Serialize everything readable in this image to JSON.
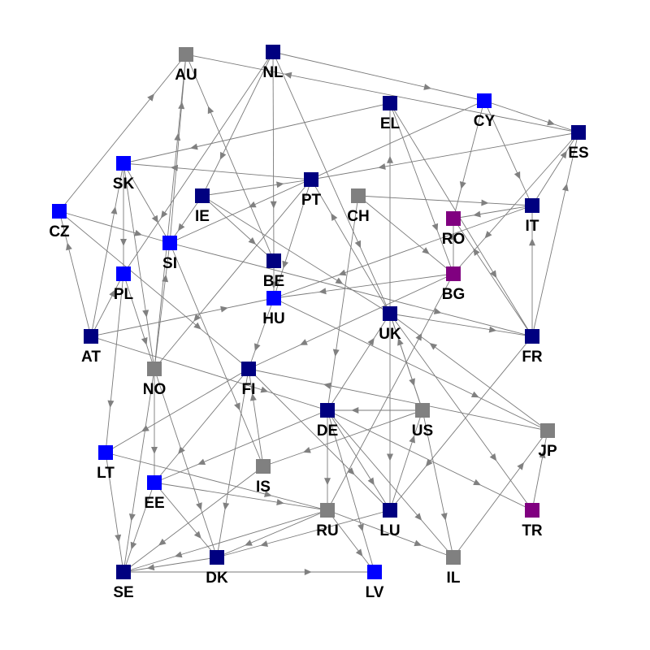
{
  "colors": {
    "background": "#ffffff",
    "edge": "#7a7a7a",
    "arrow": "#808080",
    "label": "#000000",
    "groups": {
      "dark-blue": "#000080",
      "blue": "#0000ff",
      "gray": "#808080",
      "purple": "#800080"
    }
  },
  "nodes": [
    {
      "id": "AU",
      "label": "AU",
      "group": "gray"
    },
    {
      "id": "NL",
      "label": "NL",
      "group": "dark-blue"
    },
    {
      "id": "EL",
      "label": "EL",
      "group": "dark-blue"
    },
    {
      "id": "CY",
      "label": "CY",
      "group": "blue"
    },
    {
      "id": "ES",
      "label": "ES",
      "group": "dark-blue"
    },
    {
      "id": "SK",
      "label": "SK",
      "group": "blue"
    },
    {
      "id": "PT",
      "label": "PT",
      "group": "dark-blue"
    },
    {
      "id": "IE",
      "label": "IE",
      "group": "dark-blue"
    },
    {
      "id": "CH",
      "label": "CH",
      "group": "gray"
    },
    {
      "id": "IT",
      "label": "IT",
      "group": "dark-blue"
    },
    {
      "id": "CZ",
      "label": "CZ",
      "group": "blue"
    },
    {
      "id": "RO",
      "label": "RO",
      "group": "purple"
    },
    {
      "id": "SI",
      "label": "SI",
      "group": "blue"
    },
    {
      "id": "PL",
      "label": "PL",
      "group": "blue"
    },
    {
      "id": "BE",
      "label": "BE",
      "group": "dark-blue"
    },
    {
      "id": "BG",
      "label": "BG",
      "group": "purple"
    },
    {
      "id": "HU",
      "label": "HU",
      "group": "blue"
    },
    {
      "id": "UK",
      "label": "UK",
      "group": "dark-blue"
    },
    {
      "id": "AT",
      "label": "AT",
      "group": "dark-blue"
    },
    {
      "id": "FR",
      "label": "FR",
      "group": "dark-blue"
    },
    {
      "id": "NO",
      "label": "NO",
      "group": "gray"
    },
    {
      "id": "FI",
      "label": "FI",
      "group": "dark-blue"
    },
    {
      "id": "DE",
      "label": "DE",
      "group": "dark-blue"
    },
    {
      "id": "US",
      "label": "US",
      "group": "gray"
    },
    {
      "id": "JP",
      "label": "JP",
      "group": "gray"
    },
    {
      "id": "LT",
      "label": "LT",
      "group": "blue"
    },
    {
      "id": "IS",
      "label": "IS",
      "group": "gray"
    },
    {
      "id": "EE",
      "label": "EE",
      "group": "blue"
    },
    {
      "id": "RU",
      "label": "RU",
      "group": "gray"
    },
    {
      "id": "LU",
      "label": "LU",
      "group": "dark-blue"
    },
    {
      "id": "TR",
      "label": "TR",
      "group": "purple"
    },
    {
      "id": "IL",
      "label": "IL",
      "group": "gray"
    },
    {
      "id": "SE",
      "label": "SE",
      "group": "dark-blue"
    },
    {
      "id": "DK",
      "label": "DK",
      "group": "dark-blue"
    },
    {
      "id": "LV",
      "label": "LV",
      "group": "blue"
    }
  ],
  "edges": [
    {
      "source": "NL",
      "target": "CY"
    },
    {
      "source": "NL",
      "target": "BE"
    },
    {
      "source": "NL",
      "target": "IE"
    },
    {
      "source": "NL",
      "target": "UK"
    },
    {
      "source": "NL",
      "target": "PL"
    },
    {
      "source": "CZ",
      "target": "AU"
    },
    {
      "source": "SI",
      "target": "AU"
    },
    {
      "source": "BE",
      "target": "AU"
    },
    {
      "source": "ES",
      "target": "AU"
    },
    {
      "source": "EL",
      "target": "SK"
    },
    {
      "source": "EL",
      "target": "BG"
    },
    {
      "source": "EL",
      "target": "FR"
    },
    {
      "source": "CY",
      "target": "ES"
    },
    {
      "source": "CY",
      "target": "RO"
    },
    {
      "source": "CY",
      "target": "SI"
    },
    {
      "source": "CY",
      "target": "IT"
    },
    {
      "source": "UK",
      "target": "EL"
    },
    {
      "source": "ES",
      "target": "PT"
    },
    {
      "source": "ES",
      "target": "BG"
    },
    {
      "source": "IT",
      "target": "ES"
    },
    {
      "source": "FR",
      "target": "ES"
    },
    {
      "source": "PT",
      "target": "SK"
    },
    {
      "source": "SK",
      "target": "SI"
    },
    {
      "source": "SK",
      "target": "PL"
    },
    {
      "source": "SK",
      "target": "NO"
    },
    {
      "source": "AT",
      "target": "SK"
    },
    {
      "source": "IE",
      "target": "PT"
    },
    {
      "source": "PT",
      "target": "HU"
    },
    {
      "source": "UK",
      "target": "PT"
    },
    {
      "source": "PT",
      "target": "NO"
    },
    {
      "source": "IE",
      "target": "SI"
    },
    {
      "source": "IE",
      "target": "BE"
    },
    {
      "source": "IE",
      "target": "UK"
    },
    {
      "source": "CH",
      "target": "IT"
    },
    {
      "source": "CH",
      "target": "BG"
    },
    {
      "source": "CH",
      "target": "DE"
    },
    {
      "source": "IT",
      "target": "RO"
    },
    {
      "source": "IT",
      "target": "HU"
    },
    {
      "source": "CZ",
      "target": "SI"
    },
    {
      "source": "AT",
      "target": "CZ"
    },
    {
      "source": "FR",
      "target": "RO"
    },
    {
      "source": "BG",
      "target": "RO"
    },
    {
      "source": "SI",
      "target": "FR"
    },
    {
      "source": "SI",
      "target": "IS"
    },
    {
      "source": "NO",
      "target": "SI"
    },
    {
      "source": "PL",
      "target": "LT"
    },
    {
      "source": "CZ",
      "target": "FI"
    },
    {
      "source": "BE",
      "target": "HU"
    },
    {
      "source": "BG",
      "target": "HU"
    },
    {
      "source": "BG",
      "target": "FI"
    },
    {
      "source": "FR",
      "target": "IT"
    },
    {
      "source": "HU",
      "target": "FI"
    },
    {
      "source": "HU",
      "target": "JP"
    },
    {
      "source": "AT",
      "target": "HU"
    },
    {
      "source": "UK",
      "target": "FR"
    },
    {
      "source": "UK",
      "target": "US"
    },
    {
      "source": "US",
      "target": "UK"
    },
    {
      "source": "UK",
      "target": "LU"
    },
    {
      "source": "UK",
      "target": "TR"
    },
    {
      "source": "DE",
      "target": "UK"
    },
    {
      "source": "JP",
      "target": "UK"
    },
    {
      "source": "RU",
      "target": "BG"
    },
    {
      "source": "FR",
      "target": "LU"
    },
    {
      "source": "AT",
      "target": "DE"
    },
    {
      "source": "FI",
      "target": "LT"
    },
    {
      "source": "FI",
      "target": "EE"
    },
    {
      "source": "FI",
      "target": "DK"
    },
    {
      "source": "FI",
      "target": "LU"
    },
    {
      "source": "US",
      "target": "DE"
    },
    {
      "source": "JP",
      "target": "FI"
    },
    {
      "source": "DE",
      "target": "RU"
    },
    {
      "source": "DE",
      "target": "LU"
    },
    {
      "source": "DE",
      "target": "IL"
    },
    {
      "source": "DE",
      "target": "TR"
    },
    {
      "source": "DE",
      "target": "LV"
    },
    {
      "source": "DE",
      "target": "EE"
    },
    {
      "source": "US",
      "target": "IS"
    },
    {
      "source": "US",
      "target": "IL"
    },
    {
      "source": "LU",
      "target": "US"
    },
    {
      "source": "LT",
      "target": "SE"
    },
    {
      "source": "LT",
      "target": "RU"
    },
    {
      "source": "EE",
      "target": "RU"
    },
    {
      "source": "EE",
      "target": "DK"
    },
    {
      "source": "IS",
      "target": "SE"
    },
    {
      "source": "RU",
      "target": "DK"
    },
    {
      "source": "LU",
      "target": "DK"
    },
    {
      "source": "RU",
      "target": "LV"
    },
    {
      "source": "RU",
      "target": "IL"
    },
    {
      "source": "IL",
      "target": "JP"
    },
    {
      "source": "TR",
      "target": "JP"
    },
    {
      "source": "SE",
      "target": "LV"
    },
    {
      "source": "DK",
      "target": "SE"
    },
    {
      "source": "EE",
      "target": "SE"
    },
    {
      "source": "NO",
      "target": "SE"
    },
    {
      "source": "NO",
      "target": "DK"
    },
    {
      "source": "NO",
      "target": "EE"
    },
    {
      "source": "RU",
      "target": "SE"
    },
    {
      "source": "IS",
      "target": "FI"
    },
    {
      "source": "PL",
      "target": "NO"
    },
    {
      "source": "AT",
      "target": "PL"
    },
    {
      "source": "NO",
      "target": "AU"
    }
  ]
}
